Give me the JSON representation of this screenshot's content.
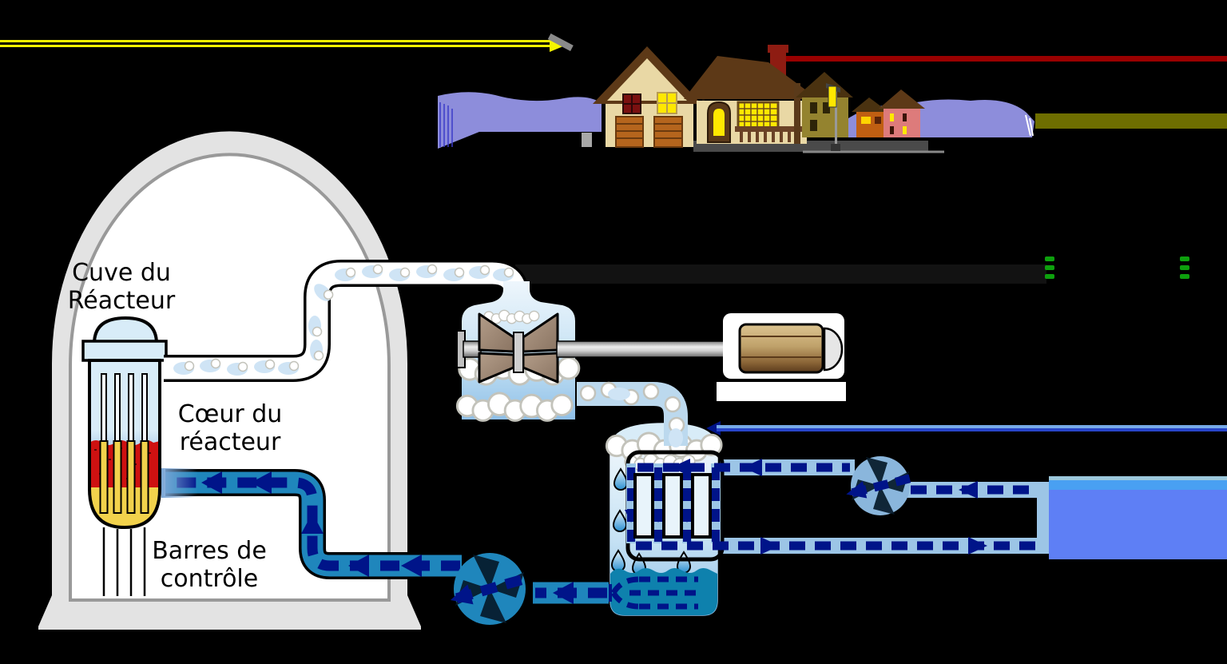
{
  "labels": {
    "reactor_vessel": {
      "line1": "Cuve du",
      "line2": "Réacteur"
    },
    "reactor_core": {
      "line1": "Cœur du",
      "line2": "réacteur"
    },
    "control_rods": {
      "line1": "Barres de",
      "line2": "contrôle"
    }
  },
  "colors": {
    "bg": "#000000",
    "shell": "#e3e3e3",
    "shell_line": "#999999",
    "interior": "#ffffff",
    "vessel_light": "#d8ecf8",
    "vessel_deep": "#7ba6d6",
    "core_red": "#ce1111",
    "core_yellow": "#f2d24c",
    "pipe_body": "#1f86bc",
    "arrow_navy": "#001489",
    "cool_pipe": "#9cc5e6",
    "pump_cool": "#8ab6dc",
    "condenser_teal": "#0e81ad",
    "water_body": "#5e7ff5",
    "water_band": "#49a0f2",
    "water_edge": "#9cc8dc",
    "cloud_blue": "#cfe4f5",
    "cloud_stroke": "#c3c3bb",
    "line_yellow": "#f5f500",
    "line_red": "#990000",
    "line_olive": "#6e6e00",
    "line_blue_light": "#76aae8",
    "line_blue_dark": "#2744c8",
    "insulator_green": "#0da00d",
    "hill_purple": "#8d8ddb",
    "wall_tan": "#e9d8a5",
    "roof_brown": "#5d3917",
    "door_orange": "#b5651d",
    "window_lit": "#ffe800",
    "window_dark": "#7a1010",
    "chimney_red": "#8e1c12",
    "house_pink": "#dd7b7b",
    "house_orange": "#c05f12",
    "house_olive": "#94832f",
    "road_gray": "#4a4a4a",
    "dark_band": "#121212",
    "generator_tan": "#c0a26b",
    "turbine_tan": "#a89076"
  }
}
